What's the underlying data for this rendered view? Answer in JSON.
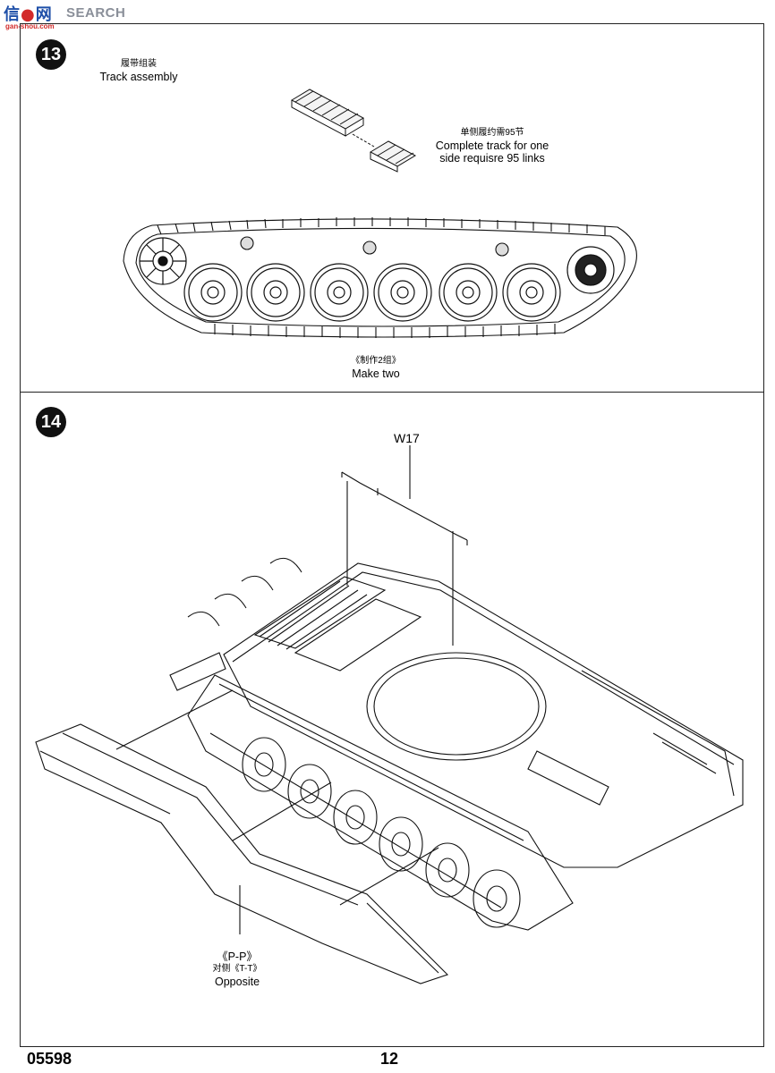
{
  "watermark": {
    "logo_cn": "信",
    "logo_cn2": "网",
    "search": "SEARCH",
    "url": "gan-shou.com"
  },
  "step13": {
    "number": "13",
    "title_cn": "履带组装",
    "title_en": "Track assembly",
    "note_cn": "单侧履约需95节",
    "note_en_1": "Complete track for one",
    "note_en_2": "side requisre 95 links",
    "make_cn": "《制作2组》",
    "make_en": "Make two"
  },
  "step14": {
    "number": "14",
    "part": "W17",
    "pp": "《P-P》",
    "tt_cn": "对侧《T-T》",
    "opposite": "Opposite"
  },
  "footer": {
    "code": "05598",
    "page": "12"
  }
}
